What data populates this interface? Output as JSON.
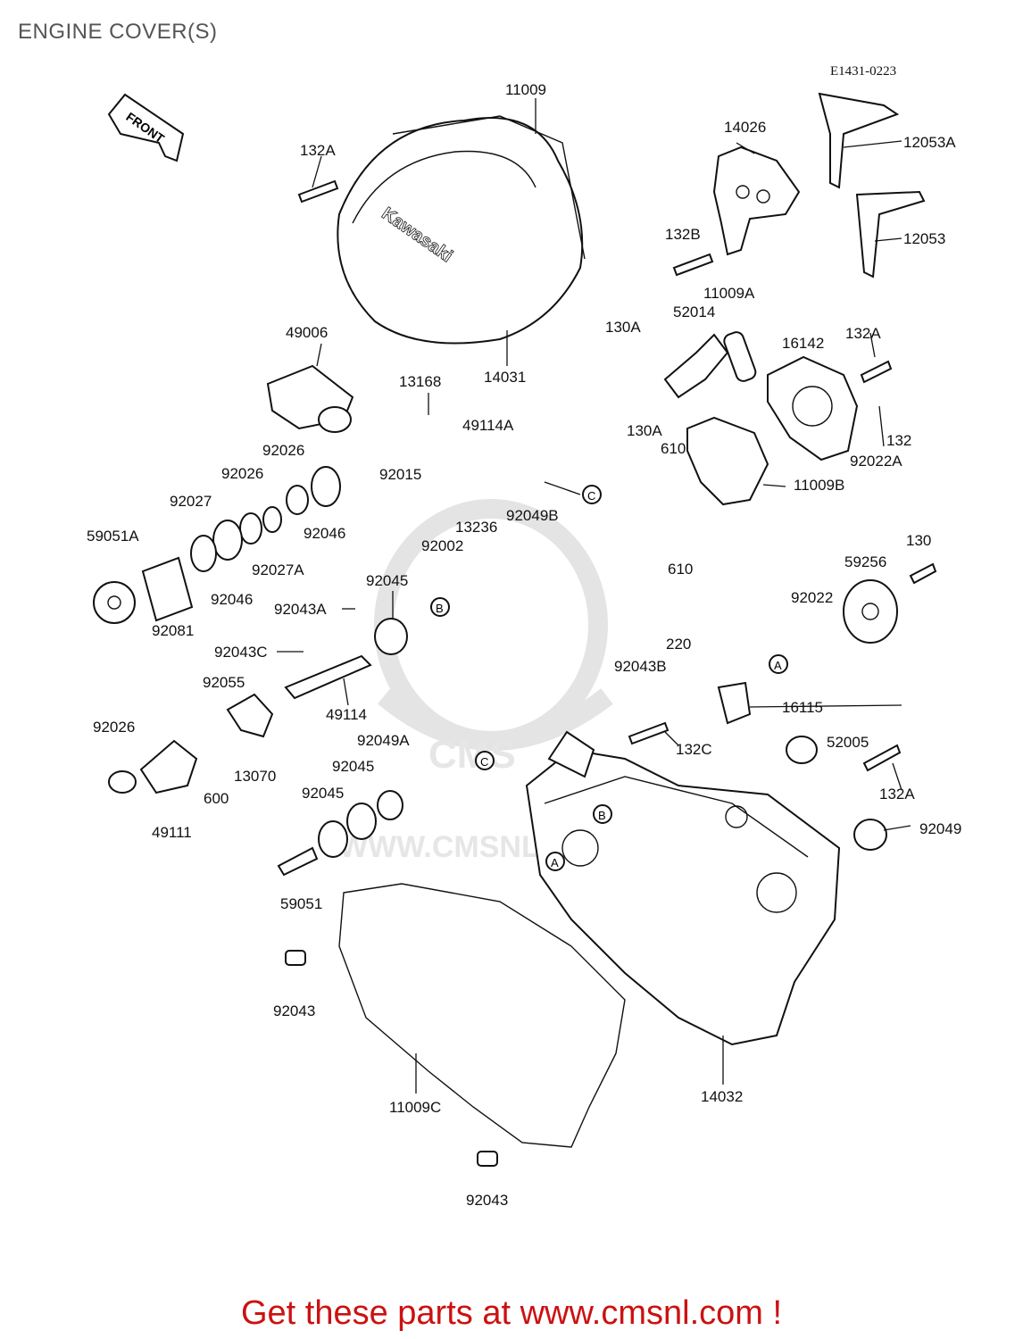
{
  "page": {
    "title": "ENGINE COVER(S)",
    "diagram_code": "E1431-0223",
    "front_marker": "FRONT",
    "footer": "Get these parts at www.cmsnl.com !"
  },
  "watermark": {
    "logo_text": "CMS",
    "url_text": "WWW.CMSNL.COM"
  },
  "ref_markers": [
    "A",
    "B",
    "C"
  ],
  "parts": [
    "11009",
    "132A",
    "14031",
    "49006",
    "13168",
    "49114A",
    "92015",
    "92026",
    "92046",
    "92027",
    "92027A",
    "59051A",
    "92081",
    "92002",
    "13236",
    "92049B",
    "92045",
    "92043A",
    "92043C",
    "49114",
    "92055",
    "13070",
    "600",
    "92026",
    "49111",
    "92049A",
    "59051",
    "92043",
    "11009C",
    "14026",
    "12053A",
    "12053",
    "132B",
    "11009A",
    "52014",
    "130A",
    "16142",
    "132",
    "92022A",
    "610",
    "11009B",
    "130",
    "59256",
    "92022",
    "220",
    "92043B",
    "16115",
    "132C",
    "52005",
    "92049",
    "14032"
  ]
}
